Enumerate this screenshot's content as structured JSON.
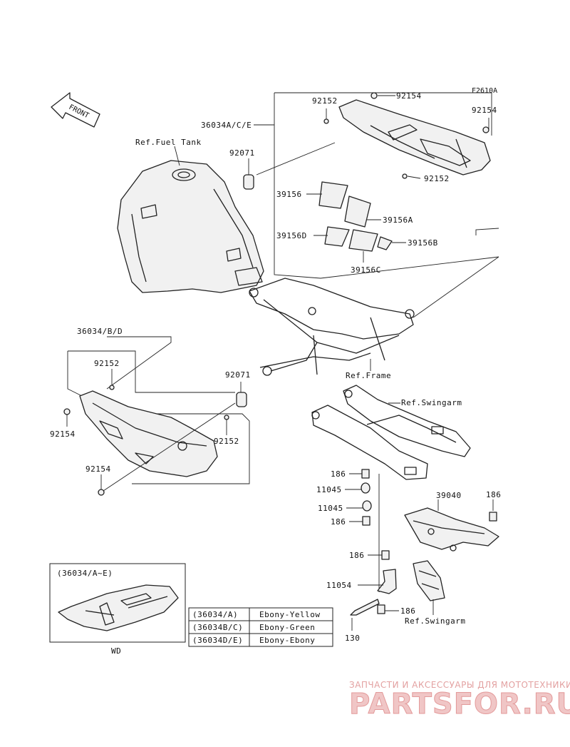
{
  "diagram_code": "F2610A",
  "front_arrow_label": "FRONT",
  "callouts": {
    "c92154_top": "92154",
    "c92152_top": "92152",
    "c92154_right": "92154",
    "c36034_ace": "36034A/C/E",
    "c92071_top": "92071",
    "c92152_mid": "92152",
    "c39156": "39156",
    "c39156A": "39156A",
    "c39156D": "39156D",
    "c39156B": "39156B",
    "c39156C": "39156C",
    "ref_fuel_tank": "Ref.Fuel Tank",
    "c36034_bd": "36034/B/D",
    "c92152_left": "92152",
    "c92154_left": "92154",
    "c92071_low": "92071",
    "c92152_low": "92152",
    "c92154_bottom": "92154",
    "ref_frame": "Ref.Frame",
    "ref_swingarm_top": "Ref.Swingarm",
    "c186_a": "186",
    "c11045_a": "11045",
    "c11045_b": "11045",
    "c186_b": "186",
    "c39040": "39040",
    "c186_right": "186",
    "c186_c": "186",
    "c11054": "11054",
    "c186_d": "186",
    "c130": "130",
    "ref_swingarm_bottom": "Ref.Swingarm"
  },
  "inset": {
    "title": "(36034/A~E)",
    "caption": "WD"
  },
  "color_table": [
    {
      "code": "(36034/A)",
      "color": "Ebony-Yellow"
    },
    {
      "code": "(36034B/C)",
      "color": "Ebony-Green"
    },
    {
      "code": "(36034D/E)",
      "color": "Ebony-Ebony"
    }
  ],
  "watermark": {
    "tagline": "ЗАПЧАСТИ И АКСЕССУАРЫ ДЛЯ МОТОТЕХНИКИ",
    "brand": "PARTSFOR.RU"
  }
}
